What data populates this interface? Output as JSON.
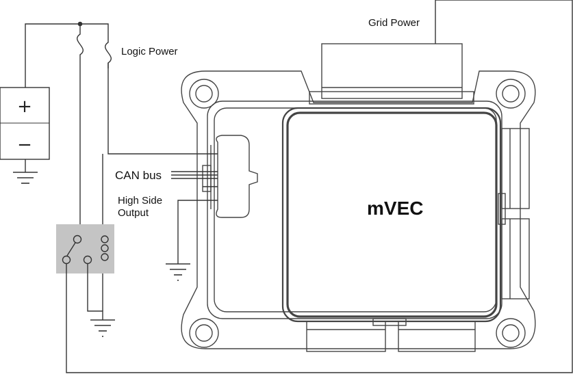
{
  "labels": {
    "grid_power": "Grid Power",
    "logic_power": "Logic Power",
    "can_bus": "CAN bus",
    "high_side_line1": "High Side",
    "high_side_line2": "Output",
    "module_name": "mVEC"
  },
  "battery": {
    "plus_symbol": "+",
    "minus_symbol": "−"
  },
  "colors": {
    "line": "#333333",
    "relay_fill": "#c4c4c4",
    "background": "#ffffff"
  }
}
